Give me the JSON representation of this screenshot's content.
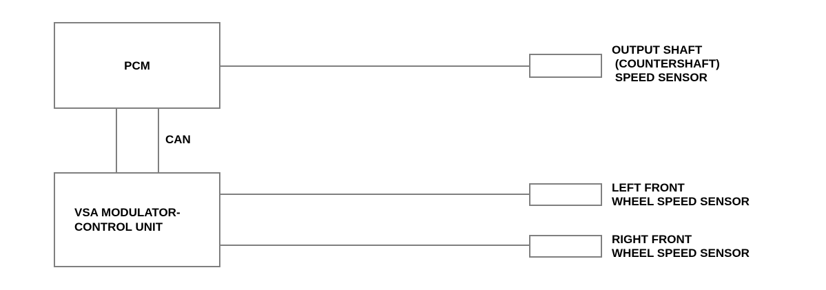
{
  "palette": {
    "background": "#ffffff",
    "line": "#7f7f7f",
    "text": "#000000"
  },
  "nodes": {
    "pcm": {
      "label": "PCM"
    },
    "vsa": {
      "label": "VSA MODULATOR-\nCONTROL UNIT"
    },
    "can_bus": {
      "label": "CAN"
    }
  },
  "sensors": [
    {
      "label": "OUTPUT SHAFT\n (COUNTERSHAFT)\n SPEED SENSOR"
    },
    {
      "label": "LEFT FRONT\nWHEEL SPEED SENSOR"
    },
    {
      "label": "RIGHT FRONT\nWHEEL SPEED SENSOR"
    }
  ],
  "edges": [
    {
      "from": "PCM",
      "to": "OUTPUT SHAFT (COUNTERSHAFT) SPEED SENSOR"
    },
    {
      "from": "PCM",
      "to": "VSA MODULATOR-CONTROL UNIT",
      "via": "CAN"
    },
    {
      "from": "VSA MODULATOR-CONTROL UNIT",
      "to": "LEFT FRONT WHEEL SPEED SENSOR"
    },
    {
      "from": "VSA MODULATOR-CONTROL UNIT",
      "to": "RIGHT FRONT WHEEL SPEED SENSOR"
    }
  ]
}
